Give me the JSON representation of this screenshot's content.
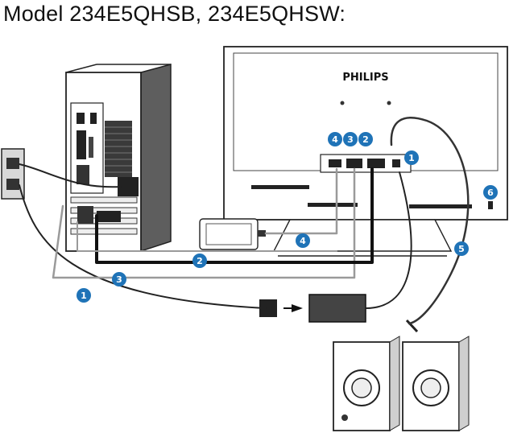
{
  "title": "Model 234E5QHSB, 234E5QHSW:",
  "monitor": {
    "brand": "PHILIPS"
  },
  "callouts": {
    "power": "1",
    "vga": "2",
    "dvi": "3",
    "hdmi": "4",
    "audio": "5",
    "lock": "6"
  }
}
